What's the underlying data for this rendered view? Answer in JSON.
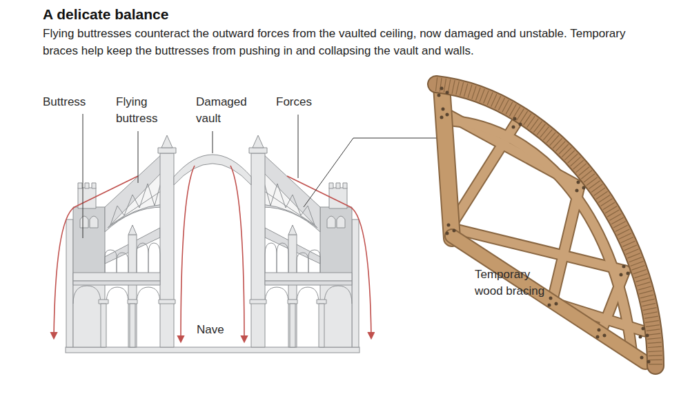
{
  "diagram": {
    "title": "A delicate balance",
    "caption": "Flying buttresses counteract the outward forces from the vaulted ceiling, now damaged and unstable. Temporary braces help keep the buttresses from pushing in and collapsing the vault and walls.",
    "labels": [
      "Buttress",
      "Flying buttress",
      "Damaged vault",
      "Forces",
      "Nave",
      "Temporary wood bracing"
    ]
  }
}
